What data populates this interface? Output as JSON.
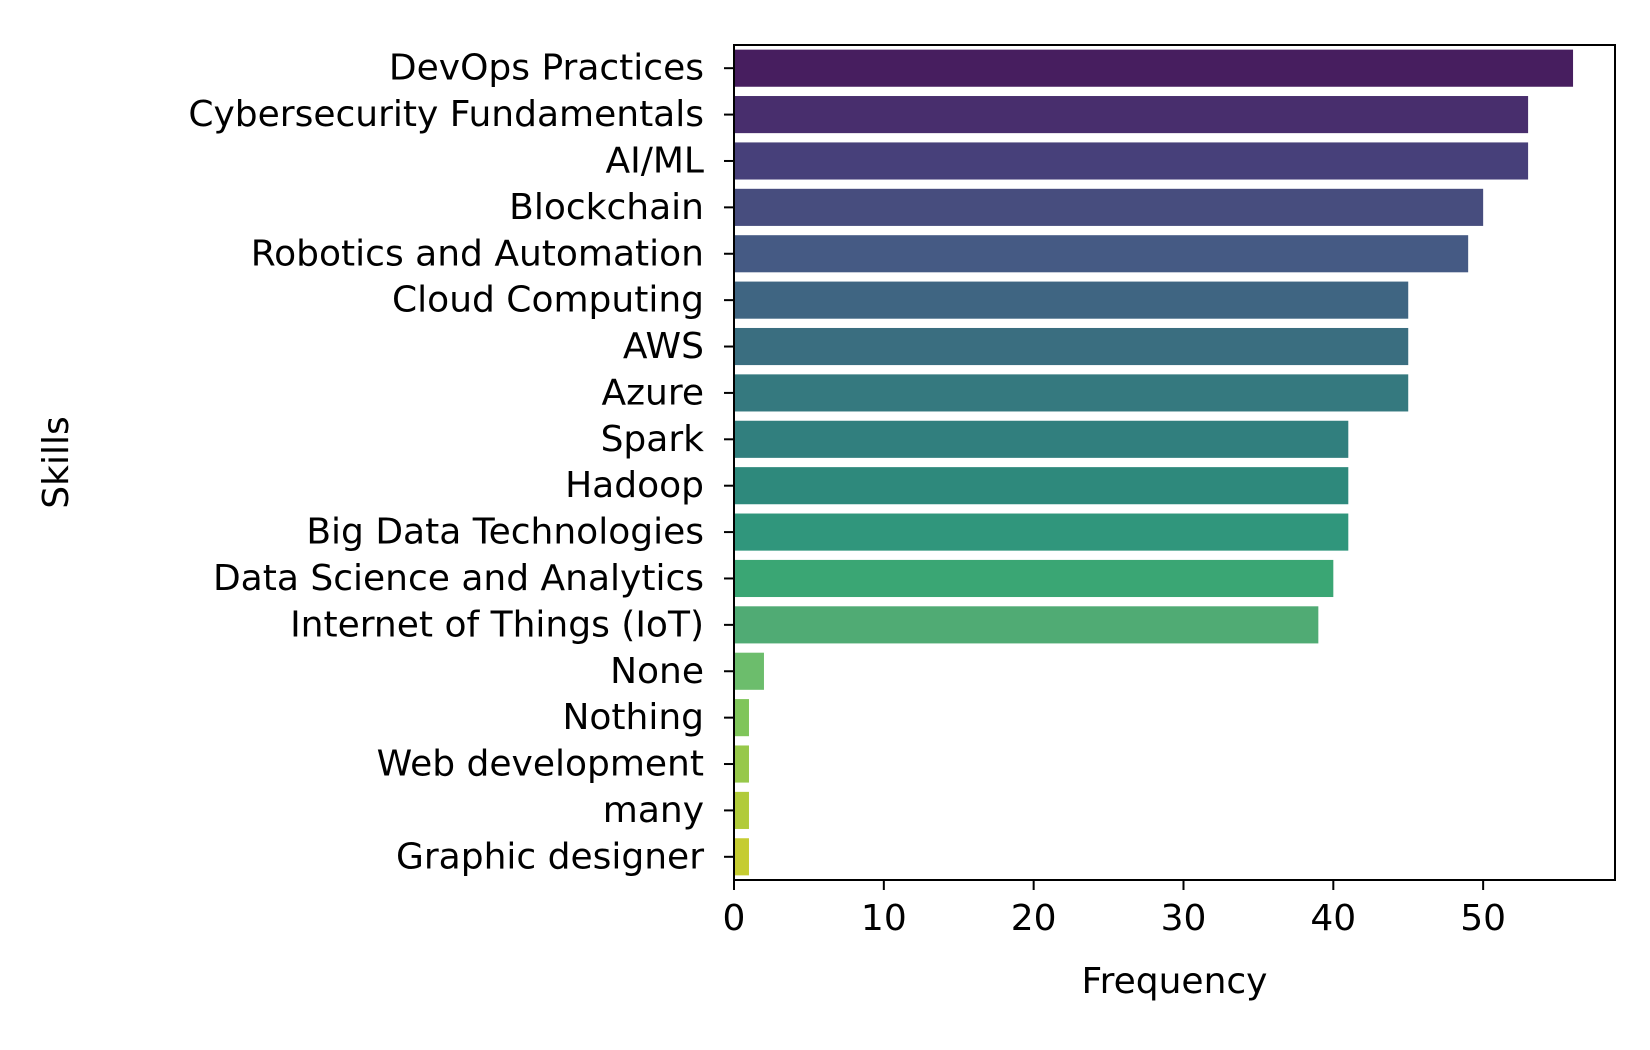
{
  "chart_data": {
    "type": "bar",
    "orientation": "horizontal",
    "title": "",
    "xlabel": "Frequency",
    "ylabel": "Skills",
    "categories": [
      "DevOps Practices",
      "Cybersecurity Fundamentals",
      "AI/ML",
      "Blockchain",
      "Robotics and Automation",
      "Cloud Computing",
      "AWS",
      "Azure",
      "Spark",
      "Hadoop",
      "Big Data Technologies",
      "Data Science and Analytics",
      "Internet of Things (IoT)",
      "None",
      "Nothing",
      "Web development",
      "many",
      "Graphic designer"
    ],
    "values": [
      56,
      53,
      53,
      50,
      49,
      45,
      45,
      45,
      41,
      41,
      41,
      40,
      39,
      2,
      1,
      1,
      1,
      1
    ],
    "xlim": [
      0,
      58.8
    ],
    "xticks": [
      0,
      10,
      20,
      30,
      40,
      50
    ],
    "grid": false,
    "legend": "none",
    "colormap": "viridis",
    "colors": [
      "#471e5f",
      "#482e6d",
      "#47407a",
      "#474d7e",
      "#455a84",
      "#3f6582",
      "#3a6e80",
      "#35797f",
      "#317f7e",
      "#2e897c",
      "#30967c",
      "#3aa674",
      "#50ab74",
      "#6cbd6c",
      "#7fc55a",
      "#97c84a",
      "#b1cb3a",
      "#c5cc31"
    ]
  }
}
